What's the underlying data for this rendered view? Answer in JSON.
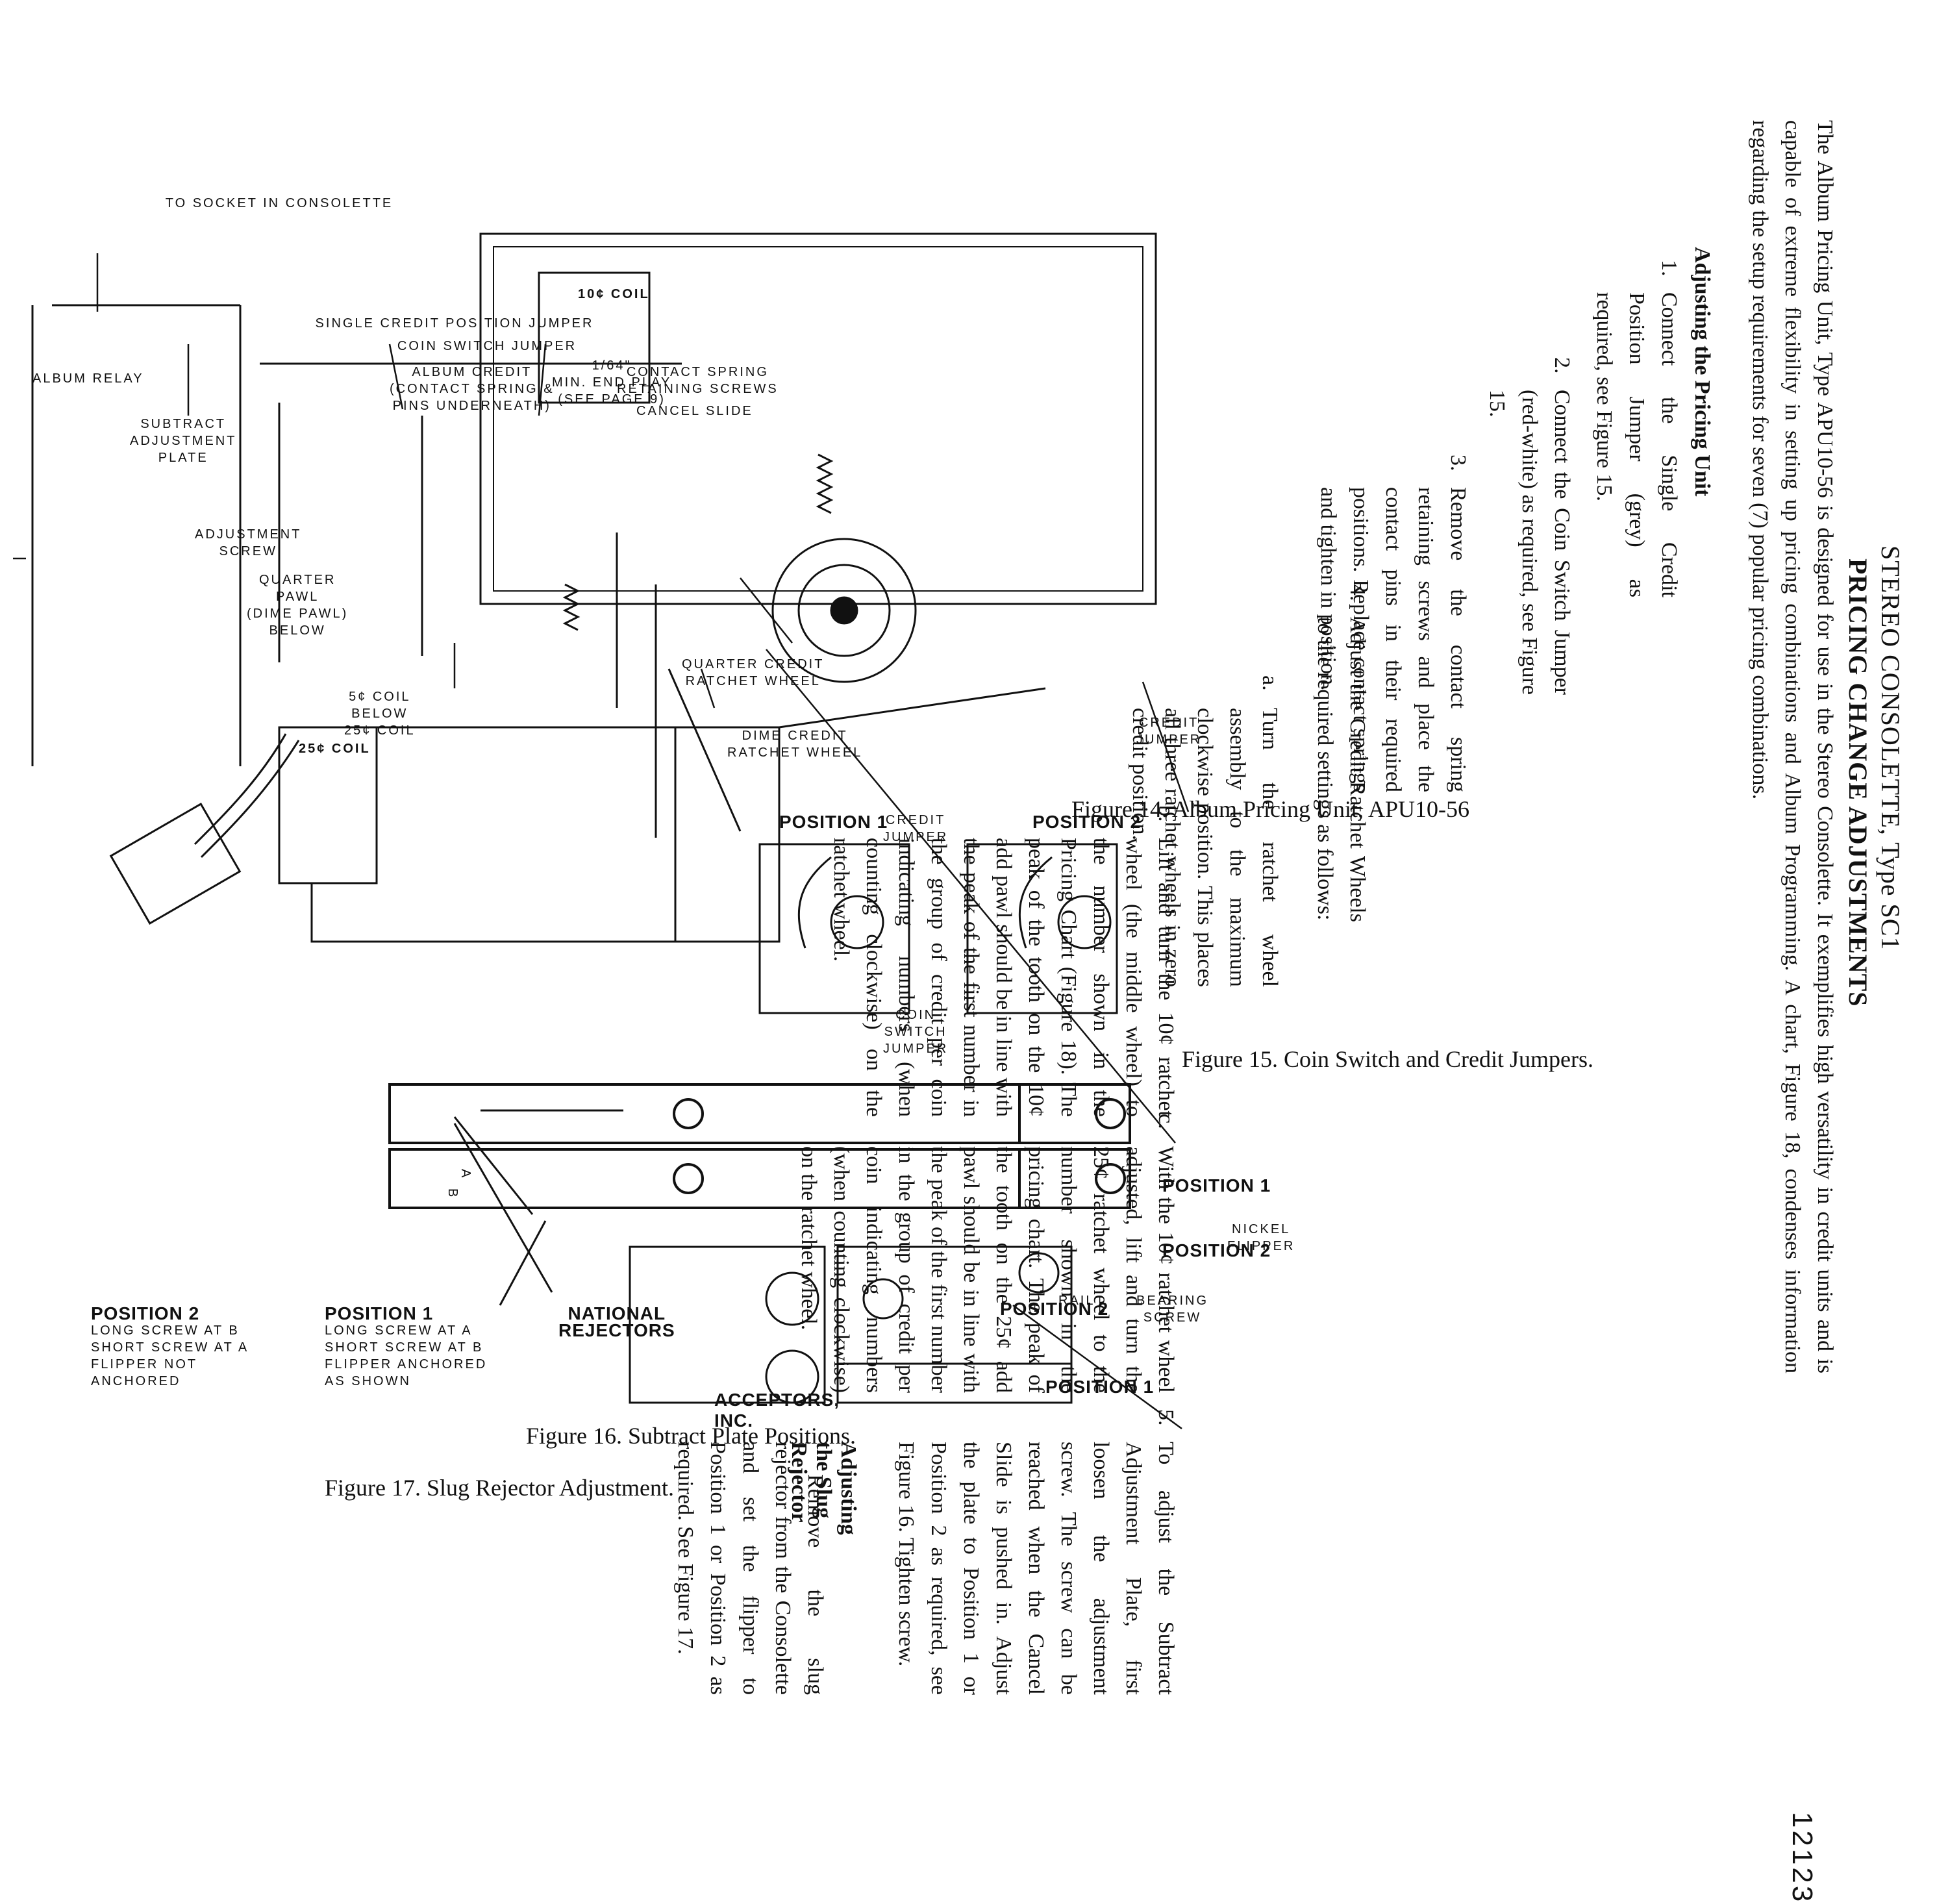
{
  "header": {
    "title": "STEREO CONSOLETTE, Type SC1",
    "subtitle": "PRICING CHANGE ADJUSTMENTS"
  },
  "intro": {
    "text": "The Album Pricing Unit, Type APU10-56 is designed for use in the Stereo Consolette. It exemplifies high versatility in credit units and is capable of extreme flexibility in setting up pricing combinations and Album Programming. A chart, Figure 18, condenses information regarding the setup requirements for seven (7) popular pricing combinations."
  },
  "section_pricing": {
    "heading": "Adjusting the Pricing Unit",
    "steps": [
      {
        "num": "1.",
        "text": "Connect the Single Credit Position Jumper (grey) as required, see Figure 15."
      },
      {
        "num": "2.",
        "text": "Connect the Coin Switch Jumper (red-white) as required, see Figure 15."
      },
      {
        "num": "3.",
        "text": "Remove the contact spring retaining screws and place the contact pins in their required positions. Replace contact springs and tighten in position."
      },
      {
        "num": "4.",
        "text": "Adjust the Credit Ratchet Wheels to the required settings as follows:"
      },
      {
        "num": "a.",
        "text": "Turn the ratchet wheel assembly to the maximum clockwise position. This places all three ratchet wheels in zero credit position."
      },
      {
        "num": "b.",
        "text": "Lift and turn the 10¢ ratchet wheel (the middle wheel) to the number shown in the Pricing Chart (Figure 18). The peak of the tooth on the 10¢ add pawl should be in line with the peak of the first number in the group of credit per coin indicating numbers (when counting clockwise) on the ratchet wheel."
      },
      {
        "num": "c.",
        "text": "With the 10¢ ratchet wheel adjusted, lift and turn the 25¢ ratchet wheel to the number shown in the pricing chart. The peak of the tooth on the 25¢ add pawl should be in line with the peak of the first number in the group of credit per coin indicating numbers (when counting clockwise) on the ratchet wheel."
      },
      {
        "num": "5.",
        "text": "To adjust the Subtract Adjustment Plate, first loosen the adjustment screw. The screw can be reached when the Cancel Slide is pushed in. Adjust the plate to Position 1 or Position 2 as required, see Figure 16. Tighten screw."
      }
    ]
  },
  "section_slug": {
    "heading": "Adjusting the Slug Rejector",
    "text": "Remove the slug rejector from the Consolette and set the flipper to Position 1 or Position 2 as required. See Figure 17."
  },
  "figure14": {
    "caption": "Figure 14. Album Pricing Unit, APU10-56",
    "labels": {
      "to_socket": "TO SOCKET IN CONSOLETTE",
      "single_credit": "SINGLE CREDIT POSITION JUMPER",
      "coin_switch": "COIN SWITCH JUMPER",
      "album_credit": "ALBUM CREDIT",
      "album_credit2": "(CONTACT SPRING &",
      "album_credit3": "PINS UNDERNEATH)",
      "end_play1": "1/64\"",
      "end_play2": "MIN. END PLAY",
      "end_play3": "(SEE PAGE 9)",
      "cancel_slide": "CANCEL SLIDE",
      "contact_spring1": "CONTACT SPRING",
      "contact_spring2": "RETAINING SCREWS",
      "quarter_credit1": "QUARTER CREDIT",
      "quarter_credit2": "RATCHET WHEEL",
      "dime_credit1": "DIME CREDIT",
      "dime_credit2": "RATCHET WHEEL",
      "album_relay": "ALBUM RELAY",
      "subtract1": "SUBTRACT",
      "subtract2": "ADJUSTMENT",
      "subtract3": "PLATE",
      "adj_screw1": "ADJUSTMENT",
      "adj_screw2": "SCREW",
      "quarter_pawl1": "QUARTER",
      "quarter_pawl2": "PAWL",
      "quarter_pawl3": "(DIME PAWL)",
      "quarter_pawl4": "BELOW",
      "coil1": "5¢ COIL",
      "coil2": "BELOW",
      "coil3": "25¢ COIL",
      "coil25": "25¢ COIL",
      "coil10": "10¢ COIL"
    }
  },
  "figure15": {
    "caption": "Figure 15. Coin Switch and Credit Jumpers.",
    "position1": "POSITION 1",
    "position2": "POSITION 2",
    "credit_jumper1": "CREDIT",
    "credit_jumper2": "JUMPER",
    "coin_switch1": "COIN",
    "coin_switch2": "SWITCH",
    "coin_switch3": "JUMPER"
  },
  "figure16": {
    "caption": "Figure 16. Subtract Plate Positions.",
    "position1": "POSITION 1",
    "position2": "POSITION 2"
  },
  "figure17": {
    "caption": "Figure 17. Slug Rejector Adjustment.",
    "position2": "POSITION 2",
    "pos2_text1": "LONG SCREW AT B",
    "pos2_text2": "SHORT SCREW AT A",
    "pos2_text3": "FLIPPER NOT",
    "pos2_text4": "ANCHORED",
    "position1": "POSITION 1",
    "pos1_text1": "LONG SCREW AT A",
    "pos1_text2": "SHORT SCREW AT B",
    "pos1_text3": "FLIPPER ANCHORED",
    "pos1_text4": "AS SHOWN",
    "national1": "NATIONAL",
    "national2": "REJECTORS",
    "coin_acceptors": "ACCEPTORS, INC.",
    "rail": "RAIL",
    "bearing1": "BEARING",
    "bearing2": "SCREW",
    "nickel1": "NICKEL",
    "nickel2": "FLIPPER",
    "pos_a": "A",
    "pos_b": "B"
  },
  "page_number": "12123"
}
